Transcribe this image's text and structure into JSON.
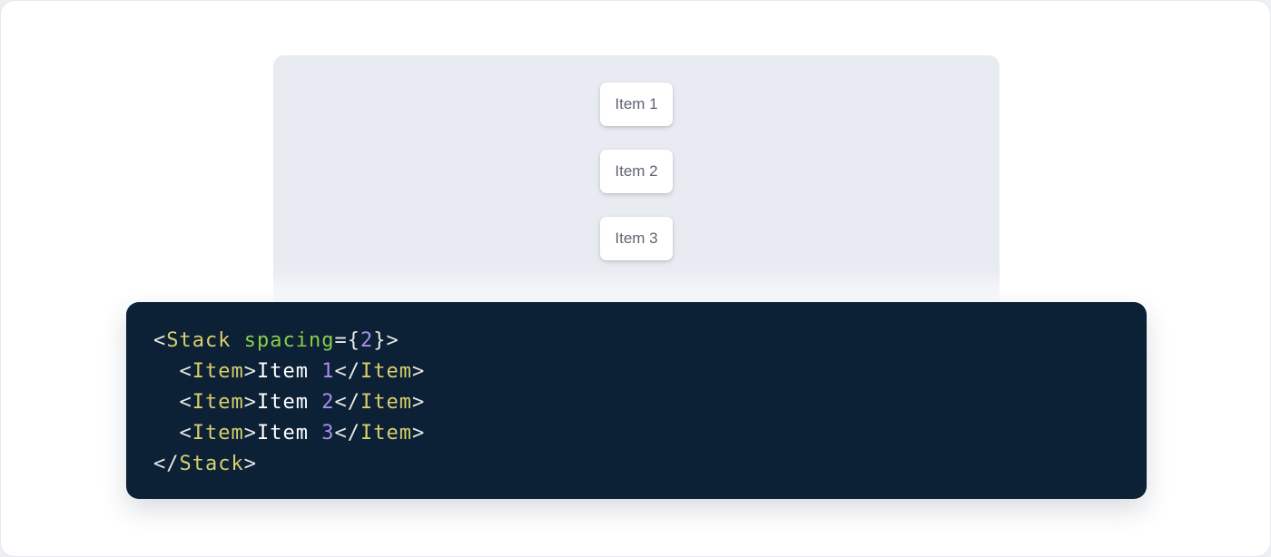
{
  "page": {
    "outer_bg": "#edeff2",
    "card_bg": "#ffffff"
  },
  "demo": {
    "panel_bg": "#e8ebf1",
    "item_text_color": "#5f6570",
    "items": [
      {
        "label": "Item 1"
      },
      {
        "label": "Item 2"
      },
      {
        "label": "Item 3"
      }
    ]
  },
  "code": {
    "bg": "#0c2036",
    "colors": {
      "tag": "#d9cf6c",
      "attr": "#88ce48",
      "number": "#a78df0",
      "punct": "#e8eae6",
      "text": "#ffffff"
    },
    "lines": [
      {
        "tokens": [
          {
            "t": "<",
            "c": "punct"
          },
          {
            "t": "Stack",
            "c": "tag"
          },
          {
            "t": " ",
            "c": "text"
          },
          {
            "t": "spacing",
            "c": "attr"
          },
          {
            "t": "=",
            "c": "punct"
          },
          {
            "t": "{",
            "c": "punct"
          },
          {
            "t": "2",
            "c": "number"
          },
          {
            "t": "}",
            "c": "punct"
          },
          {
            "t": ">",
            "c": "punct"
          }
        ]
      },
      {
        "tokens": [
          {
            "t": "  ",
            "c": "text"
          },
          {
            "t": "<",
            "c": "punct"
          },
          {
            "t": "Item",
            "c": "tag"
          },
          {
            "t": ">",
            "c": "punct"
          },
          {
            "t": "Item ",
            "c": "text"
          },
          {
            "t": "1",
            "c": "number"
          },
          {
            "t": "</",
            "c": "punct"
          },
          {
            "t": "Item",
            "c": "tag"
          },
          {
            "t": ">",
            "c": "punct"
          }
        ]
      },
      {
        "tokens": [
          {
            "t": "  ",
            "c": "text"
          },
          {
            "t": "<",
            "c": "punct"
          },
          {
            "t": "Item",
            "c": "tag"
          },
          {
            "t": ">",
            "c": "punct"
          },
          {
            "t": "Item ",
            "c": "text"
          },
          {
            "t": "2",
            "c": "number"
          },
          {
            "t": "</",
            "c": "punct"
          },
          {
            "t": "Item",
            "c": "tag"
          },
          {
            "t": ">",
            "c": "punct"
          }
        ]
      },
      {
        "tokens": [
          {
            "t": "  ",
            "c": "text"
          },
          {
            "t": "<",
            "c": "punct"
          },
          {
            "t": "Item",
            "c": "tag"
          },
          {
            "t": ">",
            "c": "punct"
          },
          {
            "t": "Item ",
            "c": "text"
          },
          {
            "t": "3",
            "c": "number"
          },
          {
            "t": "</",
            "c": "punct"
          },
          {
            "t": "Item",
            "c": "tag"
          },
          {
            "t": ">",
            "c": "punct"
          }
        ]
      },
      {
        "tokens": [
          {
            "t": "</",
            "c": "punct"
          },
          {
            "t": "Stack",
            "c": "tag"
          },
          {
            "t": ">",
            "c": "punct"
          }
        ]
      }
    ]
  }
}
